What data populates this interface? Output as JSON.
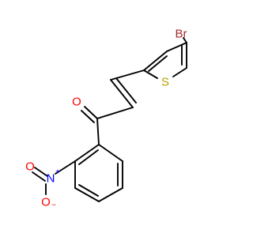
{
  "molecule": {
    "colors": {
      "bond": "#000000",
      "carbon": "#000000",
      "oxygen": "#ff0000",
      "nitrogen": "#0000ff",
      "sulfur": "#b8a000",
      "bromine": "#a52a2a"
    },
    "labels": {
      "bromine": "Br",
      "sulfur": "S",
      "carbonyl_oxygen": "O",
      "nitro_nitrogen": "N",
      "nitro_oxygen_double": "O",
      "nitro_oxygen_single": "O",
      "nitro_nitrogen_charge": "+",
      "nitro_oxygen_charge": "−"
    }
  }
}
